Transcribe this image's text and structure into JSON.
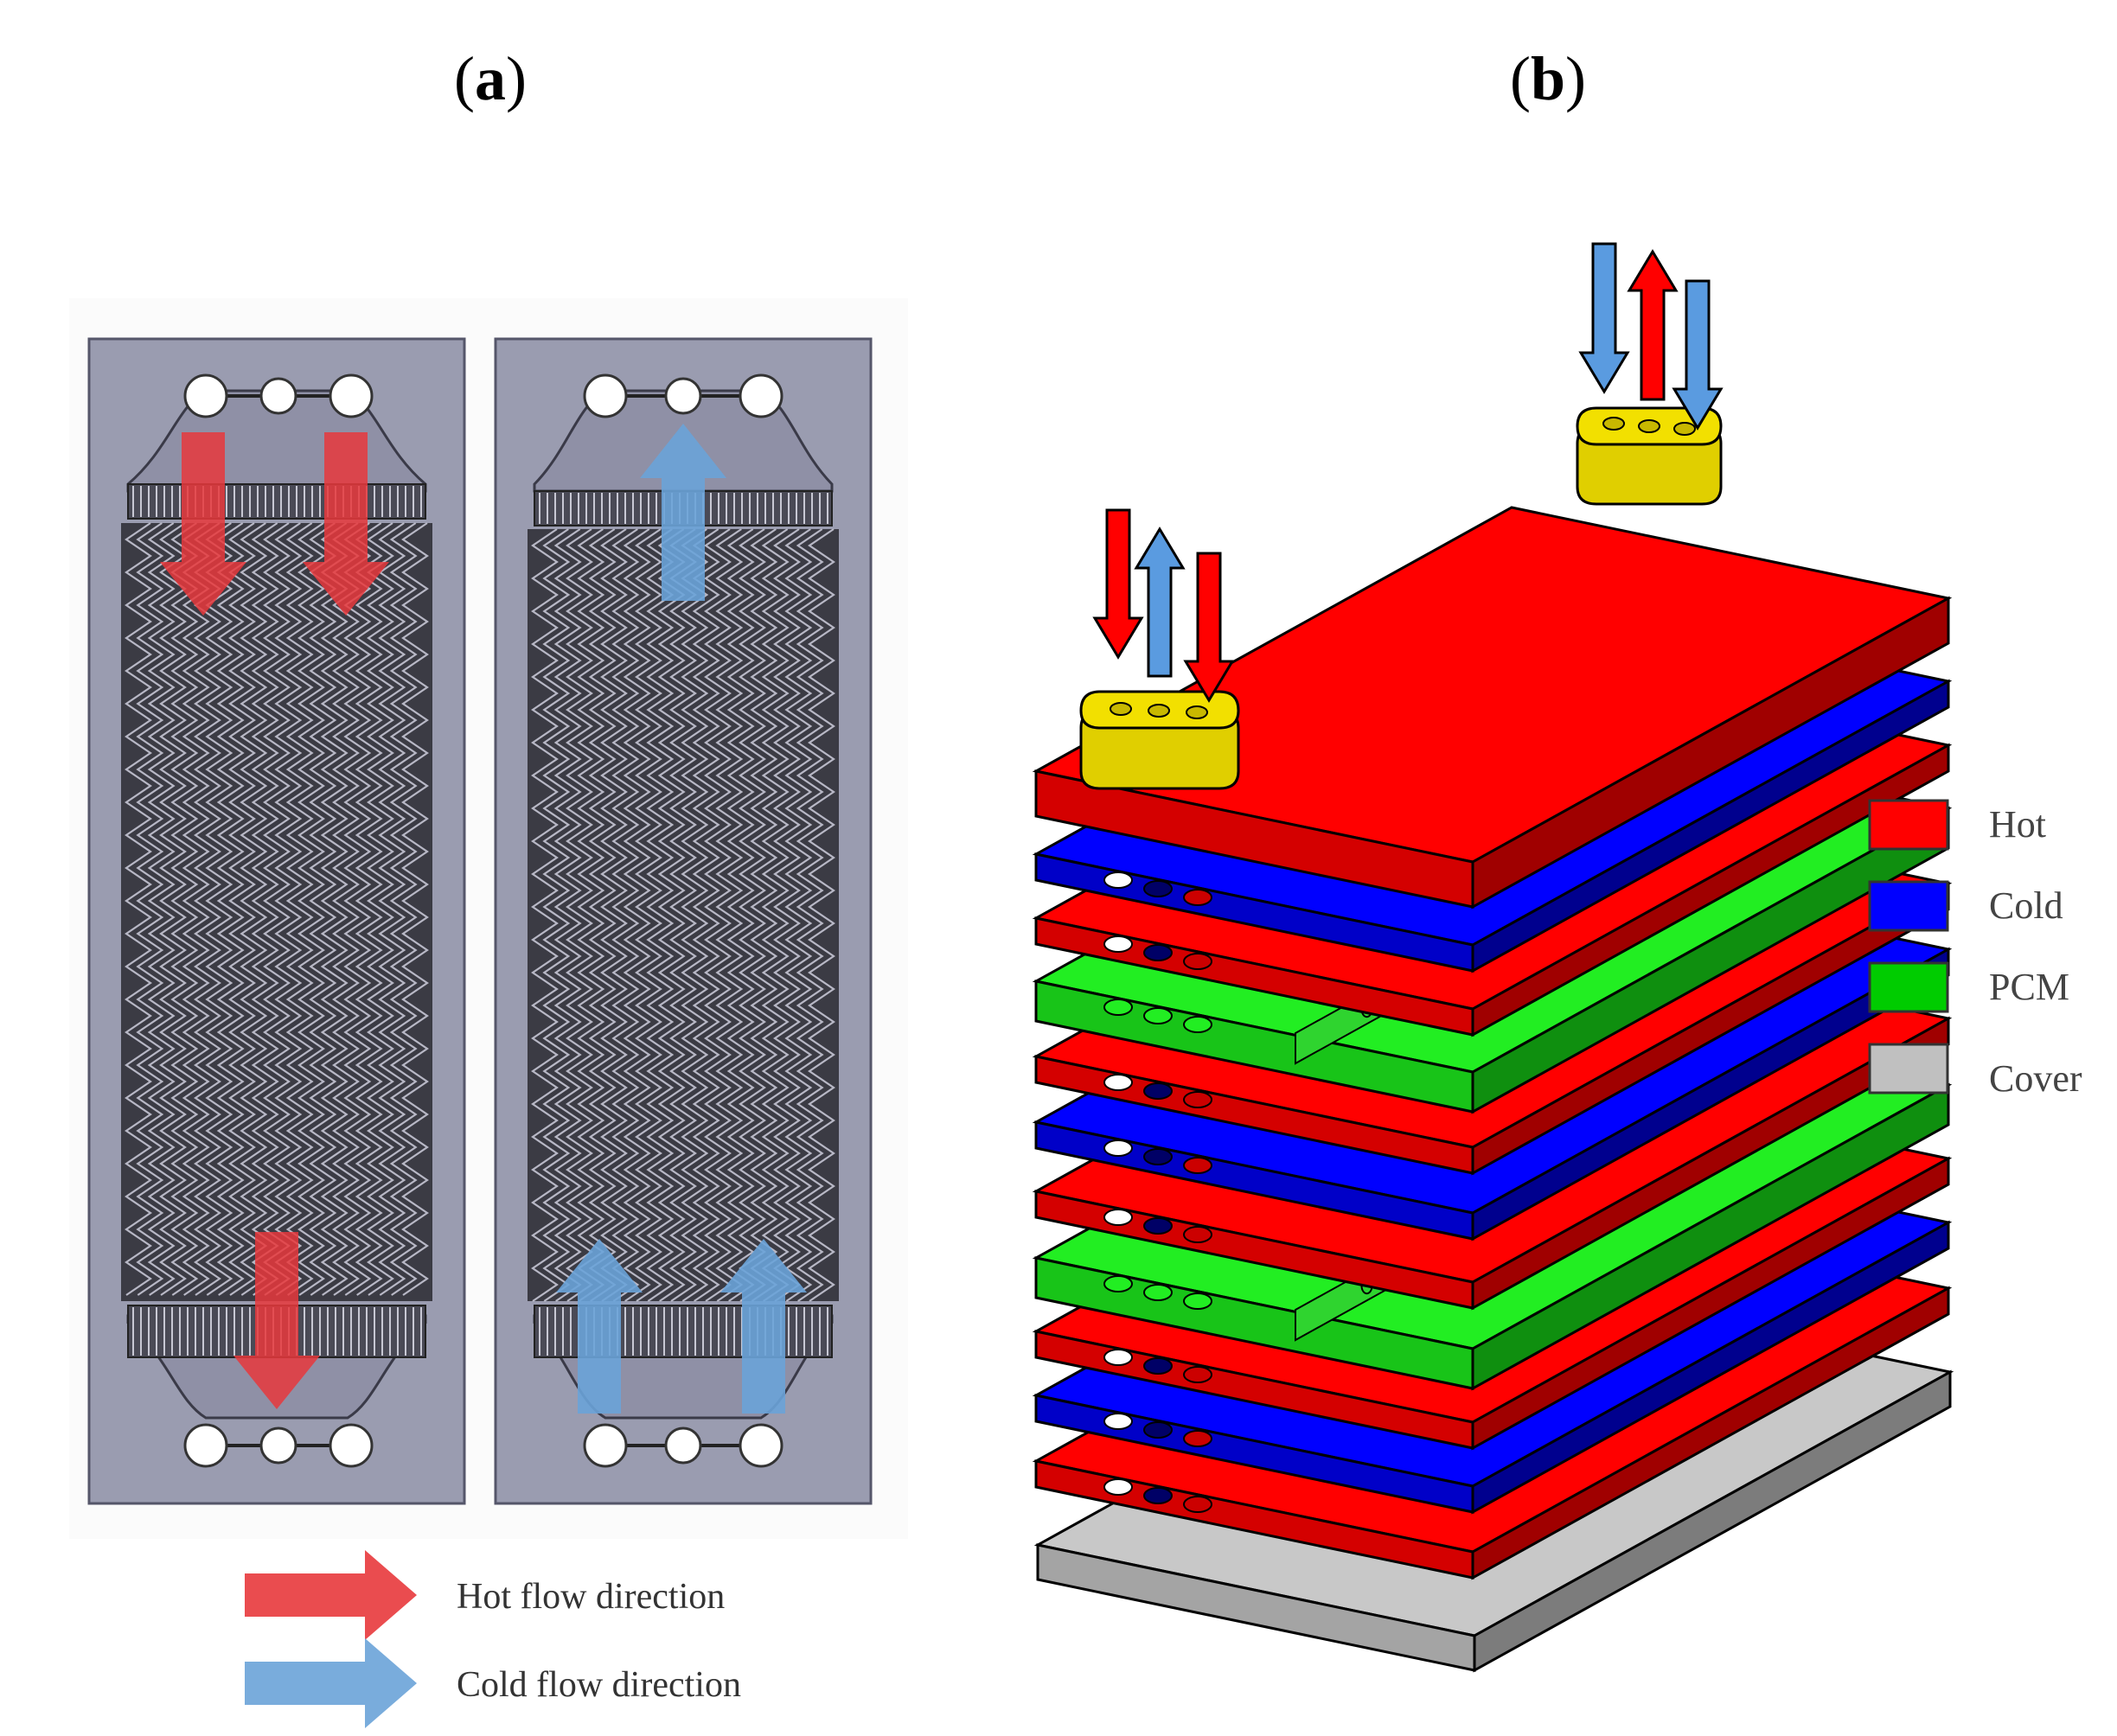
{
  "panels": {
    "a": {
      "label_open": "(",
      "label_letter": "a",
      "label_close": ")"
    },
    "b": {
      "label_open": "(",
      "label_letter": "b",
      "label_close": ")"
    }
  },
  "flow_legend": {
    "hot": {
      "label": "Hot flow direction",
      "color": "#e8383c"
    },
    "cold": {
      "label": "Cold flow direction",
      "color": "#6aa3d8"
    }
  },
  "layer_legend": [
    {
      "label": "Hot",
      "color": "#ff0000"
    },
    {
      "label": "Cold",
      "color": "#0000ff"
    },
    {
      "label": "PCM",
      "color": "#00cc00"
    },
    {
      "label": "Cover",
      "color": "#c0c0c0"
    }
  ],
  "stack_layers_top_to_bottom": [
    "Hot",
    "Cold",
    "Hot",
    "PCM",
    "Hot",
    "Cold",
    "Hot",
    "PCM",
    "Hot",
    "Cold",
    "Hot",
    "Cover"
  ],
  "colors": {
    "plate_face": "#9a9cb0",
    "chevron_dark": "#34343c",
    "connector": "#f2e000"
  }
}
